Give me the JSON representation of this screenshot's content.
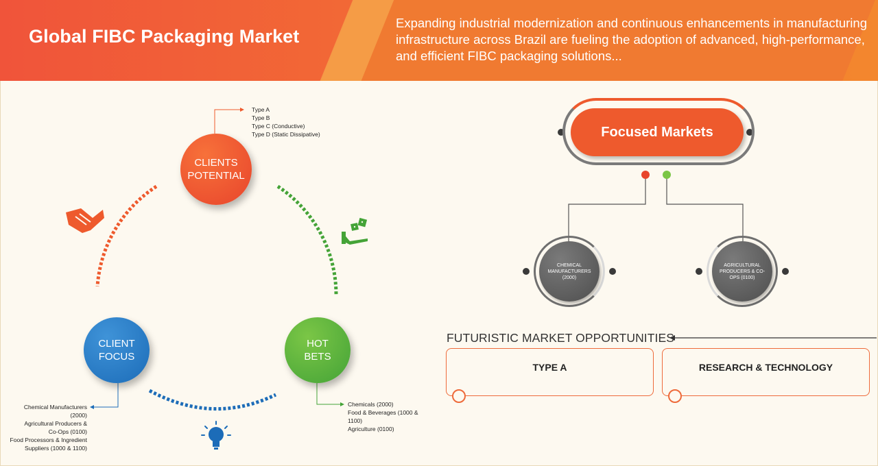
{
  "header": {
    "title": "Global FIBC Packaging Market",
    "description": "Expanding industrial modernization and continuous enhancements in manufacturing infrastructure across Brazil are fueling the adoption of advanced, high-performance, and efficient FIBC packaging solutions..."
  },
  "cycle": {
    "clients_potential": {
      "label_line1": "CLIENTS",
      "label_line2": "POTENTIAL",
      "items": [
        "Type A",
        "Type B",
        "Type C (Conductive)",
        "Type D (Static Dissipative)"
      ]
    },
    "client_focus": {
      "label_line1": "CLIENT",
      "label_line2": "FOCUS",
      "items": [
        "Chemical Manufacturers",
        "(2000)",
        "Agricultural Producers &",
        "Co-Ops (0100)",
        "Food Processors & Ingredient",
        "Suppliers (1000 & 1100)"
      ]
    },
    "hot_bets": {
      "label_line1": "HOT",
      "label_line2": "BETS",
      "items": [
        "Chemicals (2000)",
        "Food & Beverages (1000 &",
        "1100)",
        "Agriculture (0100)"
      ]
    },
    "icons": [
      "handshake-icon",
      "money-dice-icon",
      "lightbulb-icon"
    ],
    "colors": {
      "orange": "#ee5a2d",
      "blue": "#1c6cb8",
      "green": "#44a337"
    }
  },
  "focused_markets": {
    "title": "Focused Markets",
    "markets": [
      {
        "label": "CHEMICAL MANUFACTURERS (2000)"
      },
      {
        "label": "AGRICULTURAL PRODUCERS & CO-OPS (0100)"
      }
    ]
  },
  "futuristic": {
    "title": "FUTURISTIC MARKET OPPORTUNITIES",
    "opportunities": [
      "TYPE A",
      "RESEARCH & TECHNOLOGY"
    ]
  }
}
